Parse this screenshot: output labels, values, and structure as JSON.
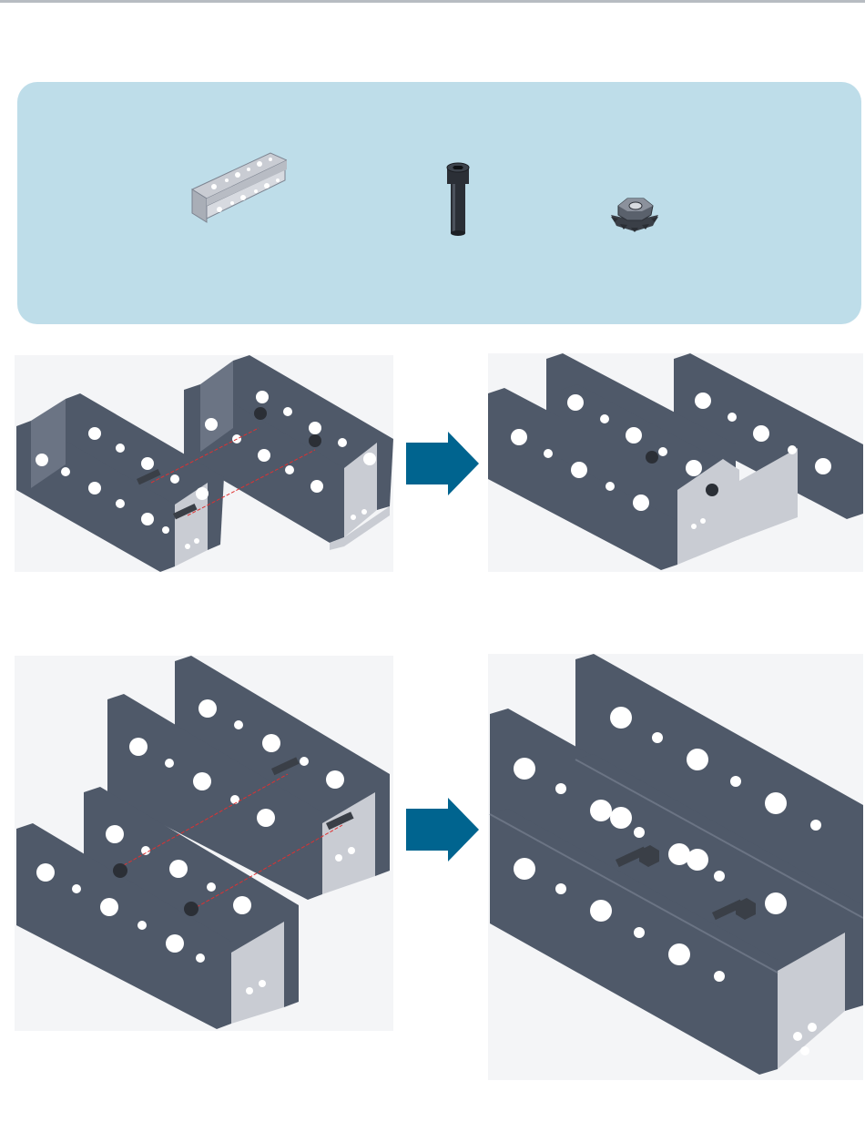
{
  "page": {
    "background": "#ffffff",
    "panel_color": "#bedde9",
    "arrow_color": "#00648f",
    "metal_face": "#4f5969",
    "metal_top": "#6b7484",
    "metal_light": "#c9ccd3",
    "bolt_color": "#2b2f36"
  },
  "parts_panel": {
    "parts": [
      {
        "icon": "u-channel-icon"
      },
      {
        "icon": "socket-head-screw-icon"
      },
      {
        "icon": "kep-nut-icon"
      }
    ]
  },
  "steps": [
    {
      "before": "channels-offset-exploded",
      "after": "channels-offset-assembled",
      "arrow": "right-arrow-icon"
    },
    {
      "before": "channels-stacked-exploded",
      "after": "channels-stacked-assembled",
      "arrow": "right-arrow-icon"
    }
  ]
}
